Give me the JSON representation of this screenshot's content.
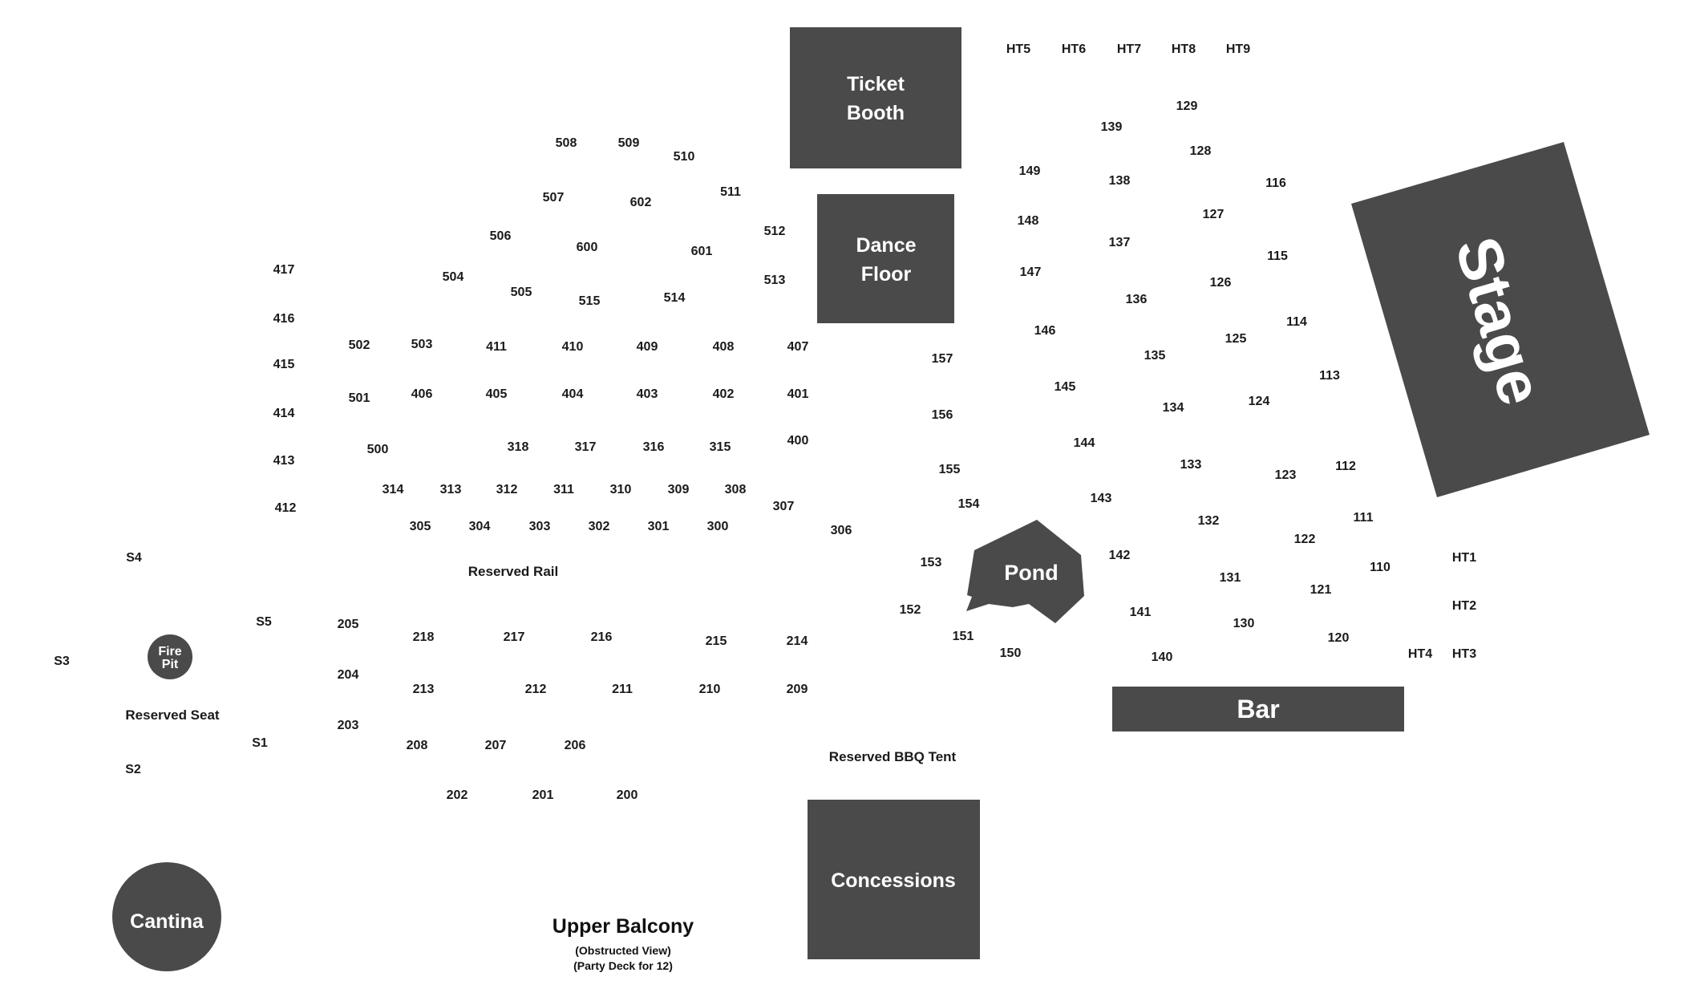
{
  "venues": {
    "ticket_booth": [
      "Ticket",
      "Booth"
    ],
    "dance_floor": [
      "Dance",
      "Floor"
    ],
    "stage": "Stage",
    "pond": "Pond",
    "bar": "Bar",
    "concessions": "Concessions",
    "cantina": "Cantina",
    "fire_pit": [
      "Fire",
      "Pit"
    ]
  },
  "labels": {
    "reserved_rail": "Reserved Rail",
    "reserved_seat": "Reserved Seat",
    "reserved_bbq_tent": "Reserved BBQ Tent",
    "upper_balcony": "Upper Balcony",
    "obstructed_view": "(Obstructed View)",
    "party_deck": "(Party Deck for 12)"
  },
  "sections": [
    "HT5",
    "HT6",
    "HT7",
    "HT8",
    "HT9",
    "129",
    "139",
    "128",
    "149",
    "138",
    "116",
    "127",
    "148",
    "137",
    "115",
    "147",
    "126",
    "136",
    "114",
    "146",
    "125",
    "135",
    "113",
    "157",
    "145",
    "134",
    "124",
    "156",
    "144",
    "133",
    "112",
    "123",
    "155",
    "143",
    "154",
    "132",
    "111",
    "122",
    "142",
    "110",
    "131",
    "153",
    "121",
    "HT1",
    "152",
    "141",
    "130",
    "HT2",
    "151",
    "120",
    "150",
    "140",
    "HT4",
    "HT3",
    "508",
    "509",
    "510",
    "507",
    "602",
    "511",
    "506",
    "600",
    "601",
    "512",
    "504",
    "505",
    "515",
    "514",
    "513",
    "417",
    "416",
    "415",
    "414",
    "413",
    "412",
    "502",
    "503",
    "411",
    "410",
    "409",
    "408",
    "407",
    "501",
    "406",
    "405",
    "404",
    "403",
    "402",
    "401",
    "500",
    "318",
    "317",
    "316",
    "315",
    "400",
    "314",
    "313",
    "312",
    "311",
    "310",
    "309",
    "308",
    "307",
    "305",
    "304",
    "303",
    "302",
    "301",
    "300",
    "306",
    "S4",
    "S5",
    "S3",
    "S1",
    "S2",
    "205",
    "218",
    "217",
    "216",
    "215",
    "214",
    "204",
    "213",
    "212",
    "211",
    "210",
    "209",
    "203",
    "208",
    "207",
    "206",
    "202",
    "201",
    "200"
  ]
}
